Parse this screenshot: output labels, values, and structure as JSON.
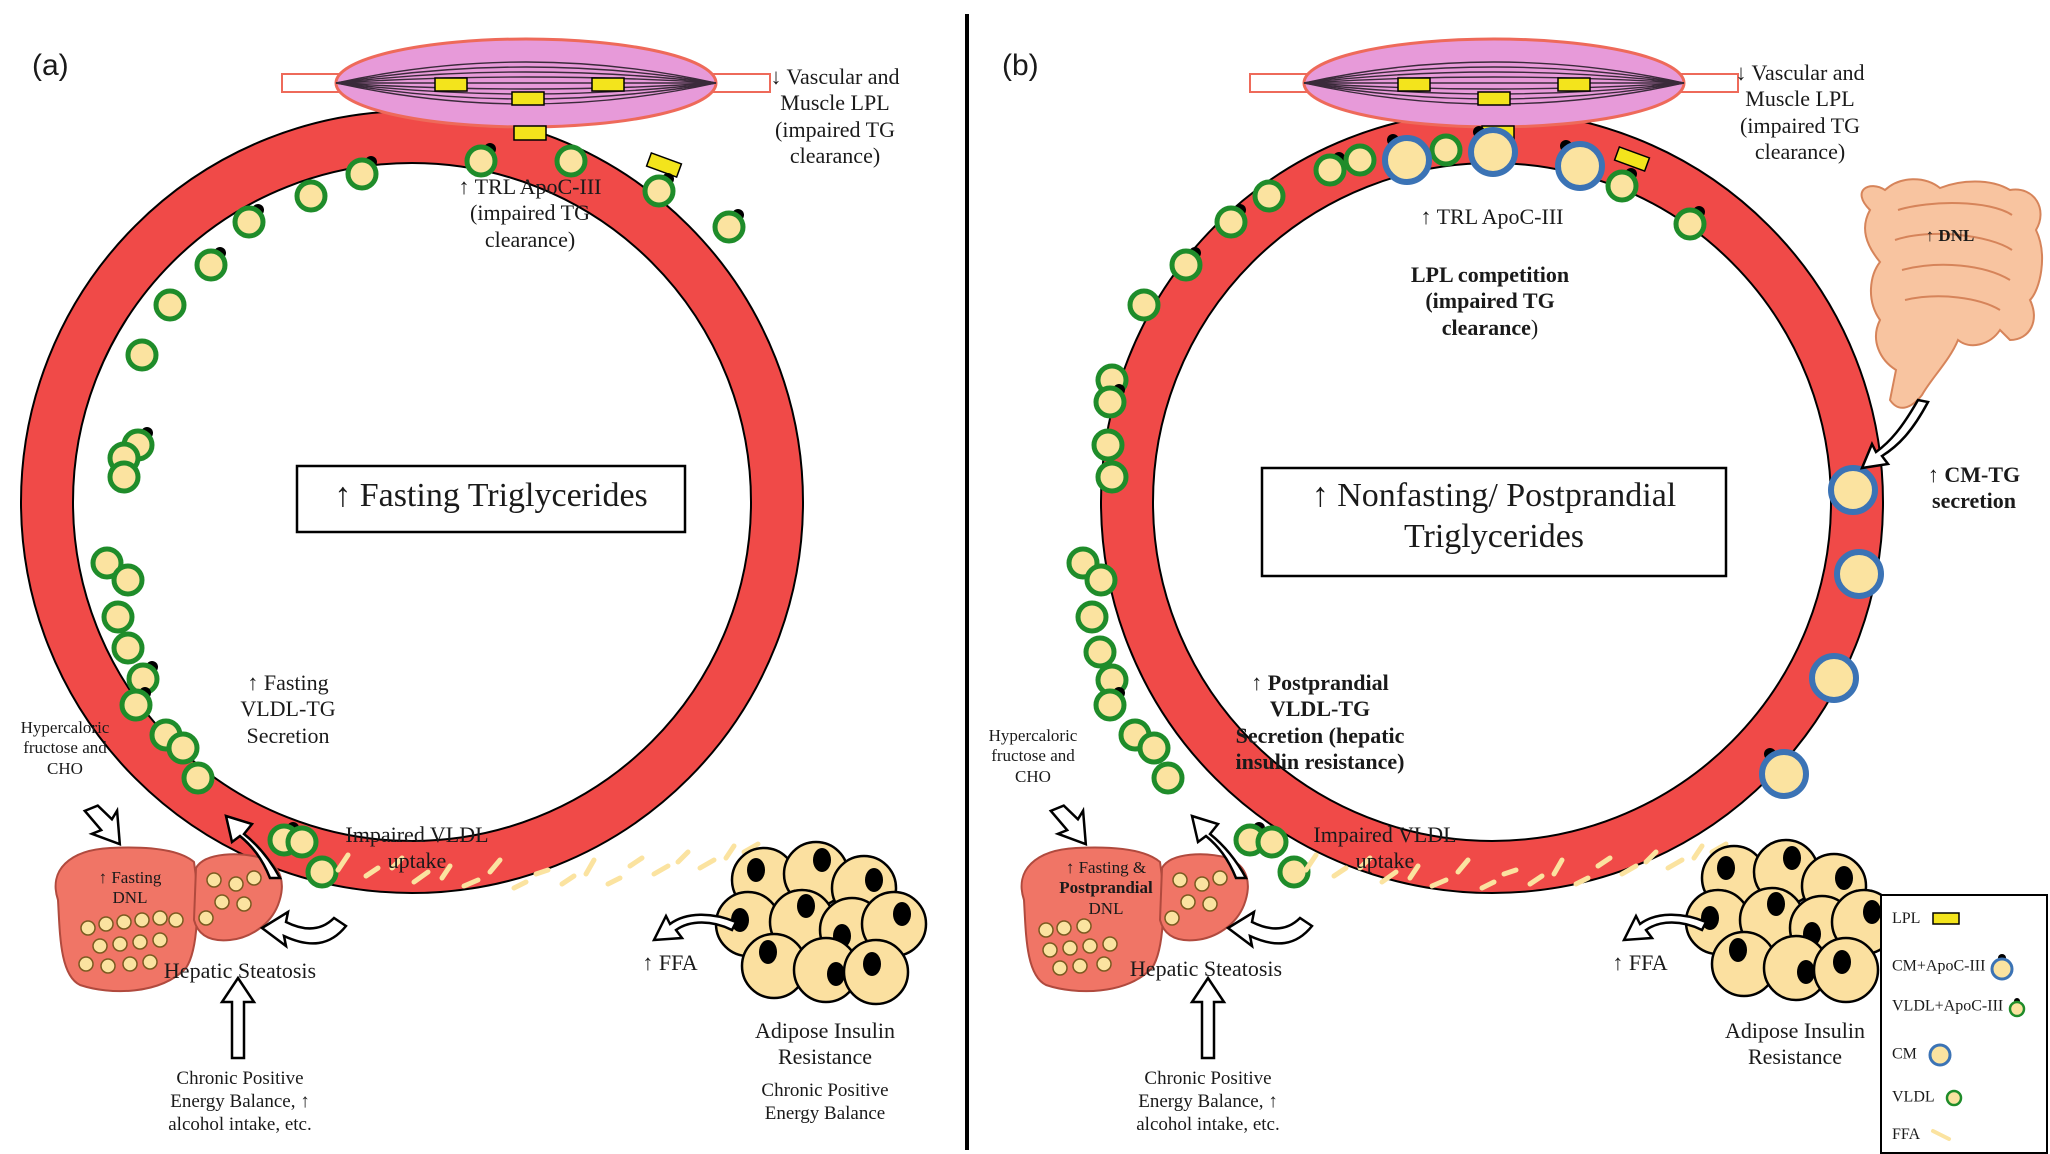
{
  "panels": [
    {
      "letter": "(a)",
      "center_title": "↑ Fasting Triglycerides",
      "top_right": [
        "↓ Vascular and",
        "Muscle LPL",
        "(impaired TG",
        "clearance)"
      ],
      "trl_label": [
        "↑ TRL ApoC-III",
        "(impaired TG",
        "clearance)"
      ],
      "secretion": [
        "↑ Fasting",
        "VLDL-TG",
        "Secretion"
      ],
      "diet": [
        "Hypercaloric",
        "fructose and",
        "CHO"
      ],
      "liver_label": [
        "↑ Fasting",
        "DNL"
      ],
      "impaired": [
        "Impaired VLDL",
        "uptake"
      ],
      "steatosis": "Hepatic Steatosis",
      "ffa": "↑ FFA",
      "adipose": [
        "Adipose Insulin",
        "Resistance"
      ],
      "adipose_sub": [
        "Chronic Positive",
        "Energy Balance"
      ],
      "energy": [
        "Chronic Positive",
        "Energy Balance, ↑",
        "alcohol intake, etc."
      ]
    },
    {
      "letter": "(b)",
      "center_title": [
        "↑ Nonfasting/ Postprandial",
        "Triglycerides"
      ],
      "top_right": [
        "↓ Vascular and",
        "Muscle LPL",
        "(impaired TG",
        "clearance)"
      ],
      "trl_label": "↑ TRL ApoC-III",
      "competition_a": [
        "LPL competition",
        "(impaired TG"
      ],
      "competition_b": "clearance",
      "competition_c": ")",
      "dnl_gut": "↑ DNL",
      "cm_secretion": [
        "↑ CM-TG",
        "secretion"
      ],
      "secretion": [
        "↑ Postprandial",
        "VLDL-TG",
        "Secretion (hepatic",
        "insulin resistance)"
      ],
      "diet": [
        "Hypercaloric",
        "fructose and",
        "CHO"
      ],
      "liver_label_1": "↑ Fasting &",
      "liver_label_2": "Postprandial",
      "liver_label_3": "DNL",
      "impaired": [
        "Impaired VLDL",
        "uptake"
      ],
      "steatosis": "Hepatic Steatosis",
      "ffa": "↑ FFA",
      "adipose": [
        "Adipose Insulin",
        "Resistance"
      ],
      "energy": [
        "Chronic Positive",
        "Energy Balance, ↑",
        "alcohol intake, etc."
      ]
    }
  ],
  "legend": {
    "items": [
      "LPL",
      "CM+ApoC-III",
      "VLDL+ApoC-III",
      "CM",
      "VLDL",
      "FFA"
    ]
  },
  "colors": {
    "vessel": "#f04a48",
    "vldl_ring": "#1f8c2a",
    "cm_ring": "#3b73b5",
    "particle_fill": "#fbe3a0",
    "lpl": "#f3e41c",
    "muscle": "#e79ad9",
    "liver": "#f07566",
    "gut": "#f8c4a0",
    "adipose": "#fbe0a0"
  }
}
